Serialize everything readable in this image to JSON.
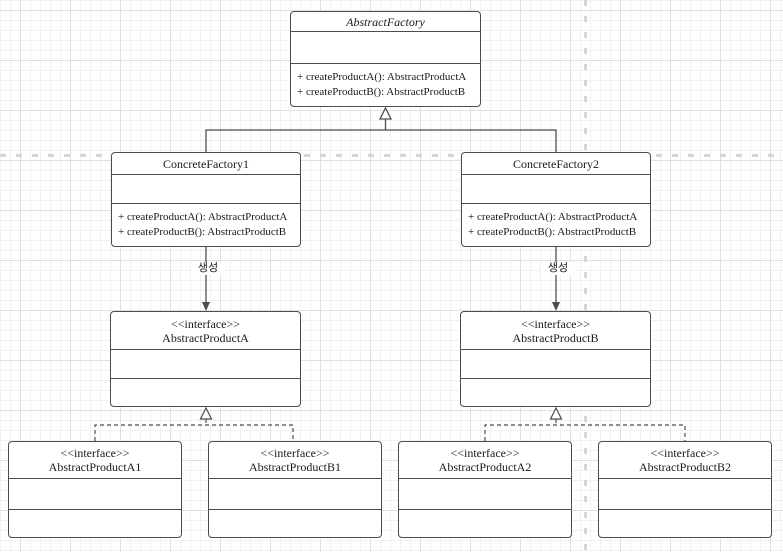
{
  "canvas": {
    "background": "#ffffff",
    "grid_minor_color": "#f1f1f1",
    "grid_major_color": "#e0e0e0",
    "page_divider_color": "#d5d5d5",
    "shape_border_color": "#4d4d4d",
    "shape_fill_color": "#ffffff",
    "text_color": "#1a1a1a"
  },
  "classes": {
    "abstract_factory": {
      "name": "AbstractFactory",
      "methods": [
        "+ createProductA(): AbstractProductA",
        "+ createProductB(): AbstractProductB"
      ]
    },
    "concrete_factory_1": {
      "name": "ConcreteFactory1",
      "methods": [
        "+ createProductA(): AbstractProductA",
        "+ createProductB(): AbstractProductB"
      ]
    },
    "concrete_factory_2": {
      "name": "ConcreteFactory2",
      "methods": [
        "+ createProductA(): AbstractProductA",
        "+ createProductB(): AbstractProductB"
      ]
    },
    "abstract_product_a": {
      "stereotype": "<<interface>>",
      "name": "AbstractProductA"
    },
    "abstract_product_b": {
      "stereotype": "<<interface>>",
      "name": "AbstractProductB"
    },
    "abstract_product_a1": {
      "stereotype": "<<interface>>",
      "name": "AbstractProductA1"
    },
    "abstract_product_b1": {
      "stereotype": "<<interface>>",
      "name": "AbstractProductB1"
    },
    "abstract_product_a2": {
      "stereotype": "<<interface>>",
      "name": "AbstractProductA2"
    },
    "abstract_product_b2": {
      "stereotype": "<<interface>>",
      "name": "AbstractProductB2"
    }
  },
  "edge_labels": {
    "create_left": "생성",
    "create_right": "생성"
  }
}
